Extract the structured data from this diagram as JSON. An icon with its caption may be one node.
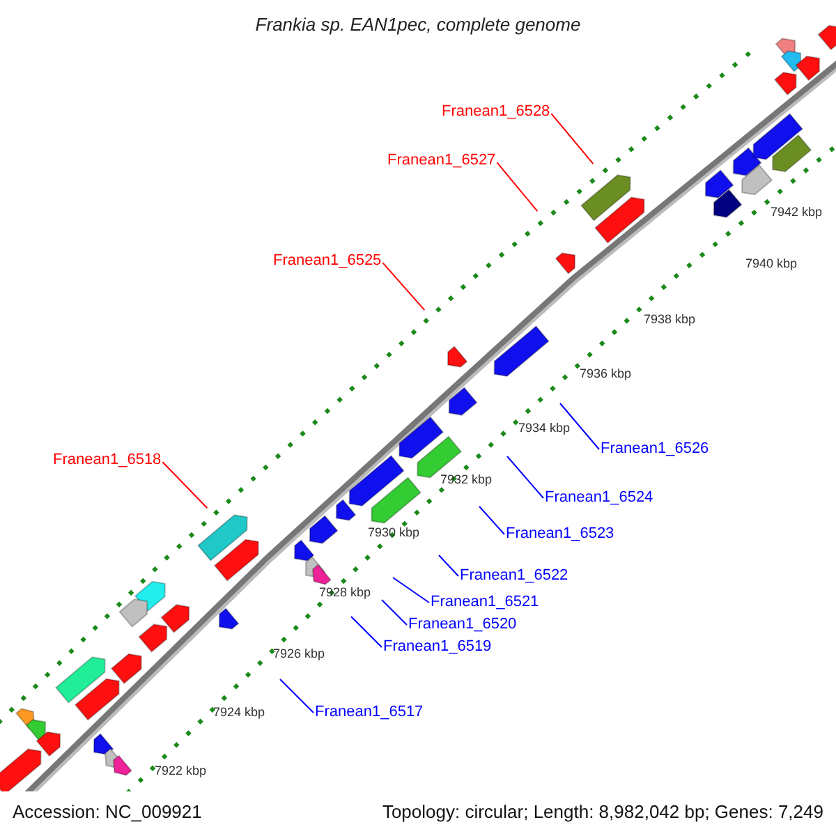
{
  "diagram": {
    "title": "Frankia sp. EAN1pec, complete genome",
    "nodes": [
      {
        "text": [
          "Franean1_6528"
        ]
      },
      {
        "text": [
          "Franean1_6527"
        ]
      },
      {
        "text": [
          "Franean1_6525"
        ]
      },
      {
        "text": [
          "Franean1_6518"
        ]
      },
      {
        "text": [
          "Franean1_6526"
        ]
      },
      {
        "text": [
          "Franean1_6524"
        ]
      },
      {
        "text": [
          "Franean1_6523"
        ]
      },
      {
        "text": [
          "Franean1_6522"
        ]
      },
      {
        "text": [
          "Franean1_6521"
        ]
      },
      {
        "text": [
          "Franean1_6520"
        ]
      },
      {
        "text": [
          "Franean1_6519"
        ]
      },
      {
        "text": [
          "Franean1_6517"
        ]
      }
    ],
    "edges": [
      {
        "from": 0,
        "to": null,
        "arrow": "none",
        "color": "#ff0000"
      },
      {
        "from": 1,
        "to": null,
        "arrow": "none",
        "color": "#ff0000"
      },
      {
        "from": 2,
        "to": null,
        "arrow": "none",
        "color": "#ff0000"
      },
      {
        "from": 3,
        "to": null,
        "arrow": "none",
        "color": "#ff0000"
      },
      {
        "from": 4,
        "to": null,
        "arrow": "none"
      },
      {
        "from": 5,
        "to": null,
        "arrow": "none"
      },
      {
        "from": 6,
        "to": null,
        "arrow": "none"
      },
      {
        "from": 7,
        "to": null,
        "arrow": "none"
      },
      {
        "from": 8,
        "to": null,
        "arrow": "none"
      },
      {
        "from": 9,
        "to": null,
        "arrow": "none"
      },
      {
        "from": 10,
        "to": null,
        "arrow": "none"
      },
      {
        "from": 11,
        "to": null,
        "arrow": "none"
      }
    ],
    "labels": [
      "7942 kbp",
      "7940 kbp",
      "7938 kbp",
      "7936 kbp",
      "7934 kbp",
      "7932 kbp",
      "7930 kbp",
      "7928 kbp",
      "7926 kbp",
      "7924 kbp",
      "7922 kbp",
      "Accession: NC_009921",
      "Topology: circular; Length: 8,982,042 bp; Genes: 7,249"
    ]
  }
}
